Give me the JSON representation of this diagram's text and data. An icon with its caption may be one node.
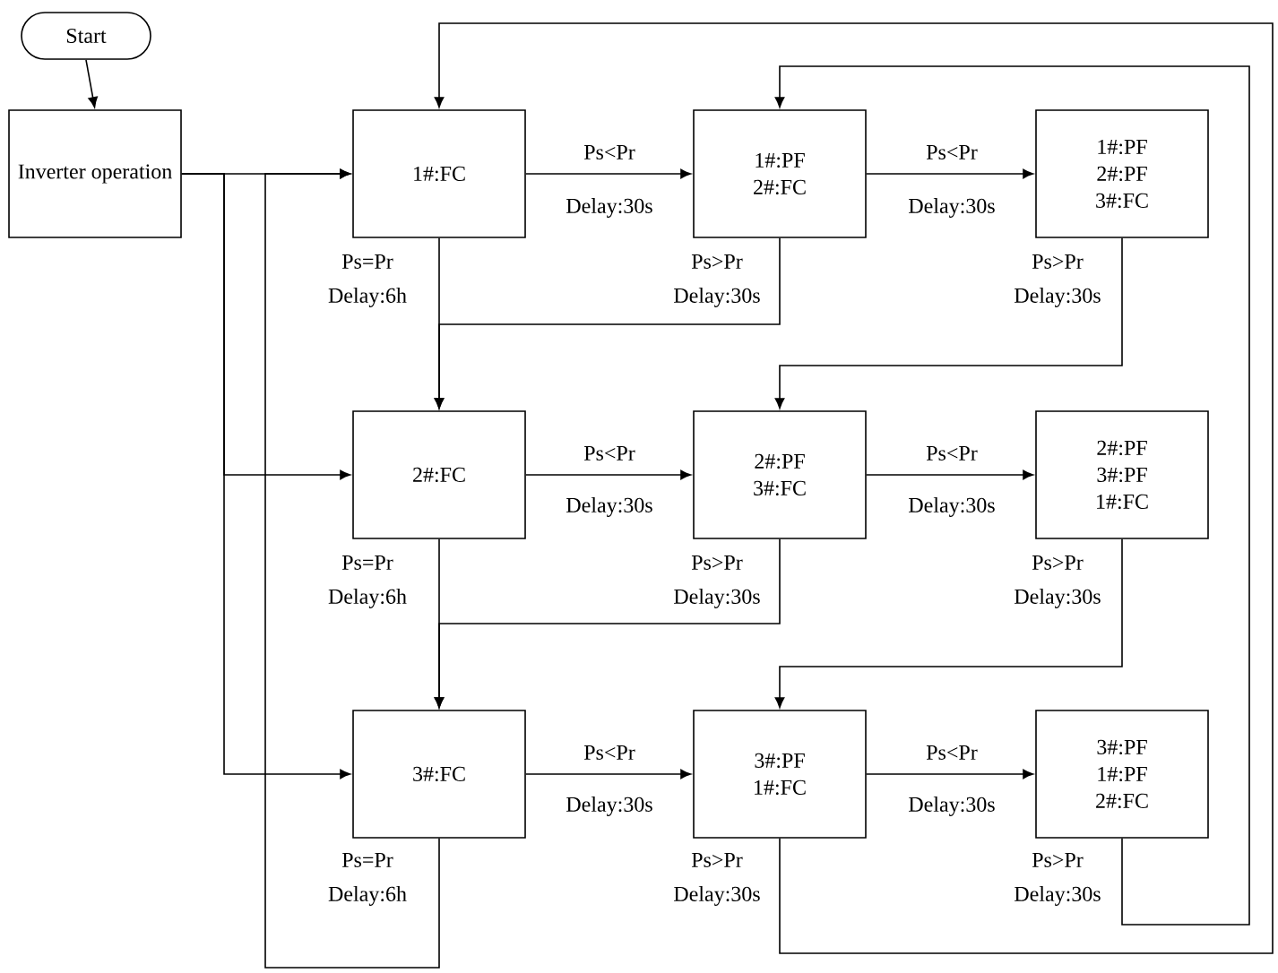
{
  "diagram": {
    "nodes": [
      {
        "text": [
          "Start"
        ]
      },
      {
        "text": [
          "Inverter operation"
        ]
      },
      {
        "text": [
          "1#:FC"
        ]
      },
      {
        "text": [
          "1#:PF",
          "2#:FC"
        ]
      },
      {
        "text": [
          "1#:PF",
          "2#:PF",
          "3#:FC"
        ]
      },
      {
        "text": [
          "2#:FC"
        ]
      },
      {
        "text": [
          "2#:PF",
          "3#:FC"
        ]
      },
      {
        "text": [
          "2#:PF",
          "3#:PF",
          "1#:FC"
        ]
      },
      {
        "text": [
          "3#:FC"
        ]
      },
      {
        "text": [
          "3#:PF",
          "1#:FC"
        ]
      },
      {
        "text": [
          "3#:PF",
          "1#:PF",
          "2#:FC"
        ]
      }
    ],
    "edges": [
      {
        "from": 0,
        "to": 1,
        "arrow": "to"
      },
      {
        "from": 1,
        "to": 2,
        "arrow": "to"
      },
      {
        "from": 1,
        "to": 5,
        "arrow": "to"
      },
      {
        "from": 1,
        "to": 8,
        "arrow": "to"
      },
      {
        "from": 2,
        "to": 3,
        "arrow": "to",
        "label": "Ps<Pr"
      },
      {
        "from": 3,
        "to": 4,
        "arrow": "to",
        "label": "Ps<Pr"
      },
      {
        "from": 2,
        "to": 5,
        "arrow": "to",
        "label": "Ps=Pr"
      },
      {
        "from": 3,
        "to": 5,
        "arrow": "to",
        "label": "Ps>Pr"
      },
      {
        "from": 4,
        "to": 6,
        "arrow": "to",
        "label": "Ps>Pr"
      },
      {
        "from": 5,
        "to": 6,
        "arrow": "to",
        "label": "Ps<Pr"
      },
      {
        "from": 6,
        "to": 7,
        "arrow": "to",
        "label": "Ps<Pr"
      },
      {
        "from": 5,
        "to": 8,
        "arrow": "to",
        "label": "Ps=Pr"
      },
      {
        "from": 6,
        "to": 8,
        "arrow": "to",
        "label": "Ps>Pr"
      },
      {
        "from": 7,
        "to": 9,
        "arrow": "to",
        "label": "Ps>Pr"
      },
      {
        "from": 8,
        "to": 9,
        "arrow": "to",
        "label": "Ps<Pr"
      },
      {
        "from": 9,
        "to": 10,
        "arrow": "to",
        "label": "Ps<Pr"
      },
      {
        "from": 8,
        "to": 2,
        "arrow": "to",
        "label": "Ps=Pr"
      },
      {
        "from": 9,
        "to": 2,
        "arrow": "to",
        "label": "Ps>Pr"
      },
      {
        "from": 10,
        "to": 3,
        "arrow": "to",
        "label": "Ps>Pr"
      }
    ],
    "labels": [
      "Delay:30s",
      "Delay:30s",
      "Delay:6h",
      "Delay:30s",
      "Delay:30s",
      "Delay:30s",
      "Delay:30s",
      "Delay:6h",
      "Delay:30s",
      "Delay:30s",
      "Delay:30s",
      "Delay:30s",
      "Delay:6h",
      "Delay:30s",
      "Delay:30s"
    ]
  }
}
